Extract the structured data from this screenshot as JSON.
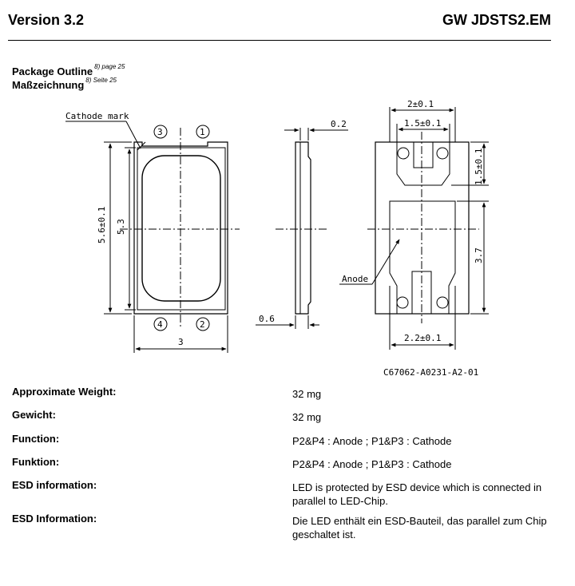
{
  "header": {
    "version": "Version 3.2",
    "product": "GW JDSTS2.EM"
  },
  "package_outline": {
    "title_en": "Package Outline",
    "ref_en": "8) page 25",
    "title_de": "Maßzeichnung",
    "ref_de": "8) Seite 25"
  },
  "drawing": {
    "cathode_mark": "Cathode mark",
    "anode": "Anode",
    "pins": [
      "3",
      "1",
      "4",
      "2"
    ],
    "dim_height_tol": "5.6±0.1",
    "dim_height_inner": "5.3",
    "dim_width": "3",
    "dim_thickness": "0.2",
    "dim_side_depth": "0.6",
    "dim_top_outer": "2±0.1",
    "dim_top_inner": "1.5±0.1",
    "dim_pad_height": "1.5±0.1",
    "dim_pad_length": "3.7",
    "dim_bottom_width": "2.2±0.1",
    "drawing_number": "C67062-A0231-A2-01"
  },
  "properties": [
    {
      "label": "Approximate Weight:",
      "value": "32 mg"
    },
    {
      "label": "Gewicht:",
      "value": "32 mg"
    },
    {
      "label": "Function:",
      "value": "P2&P4 : Anode ; P1&P3 : Cathode"
    },
    {
      "label": "Funktion:",
      "value": "P2&P4 : Anode ; P1&P3 : Cathode"
    },
    {
      "label": "ESD information:",
      "value": "LED is protected by ESD device which is connected in parallel to LED-Chip."
    },
    {
      "label": "ESD Information:",
      "value": "Die LED enthält ein ESD-Bauteil, das parallel zum Chip geschaltet ist."
    }
  ]
}
